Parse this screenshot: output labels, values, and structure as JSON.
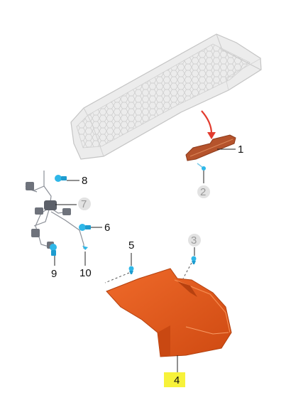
{
  "callouts": [
    {
      "id": "1",
      "label": "1",
      "style": "plain"
    },
    {
      "id": "2",
      "label": "2",
      "style": "grey-circle"
    },
    {
      "id": "3",
      "label": "3",
      "style": "grey-circle"
    },
    {
      "id": "4",
      "label": "4",
      "style": "highlight"
    },
    {
      "id": "5",
      "label": "5",
      "style": "plain"
    },
    {
      "id": "6",
      "label": "6",
      "style": "plain"
    },
    {
      "id": "7",
      "label": "7",
      "style": "grey-circle"
    },
    {
      "id": "8",
      "label": "8",
      "style": "plain"
    },
    {
      "id": "9",
      "label": "9",
      "style": "plain"
    },
    {
      "id": "10",
      "label": "10",
      "style": "plain"
    }
  ],
  "colors": {
    "spoiler": "#ebebeb",
    "bracket": "#b5532c",
    "cover": "#e2571c",
    "fastener": "#2fb7e8",
    "highlight": "#f7f23a",
    "grey_circle": "#e2e2e2",
    "arrow": "#e23b2e",
    "harness": "#7b7f88"
  }
}
